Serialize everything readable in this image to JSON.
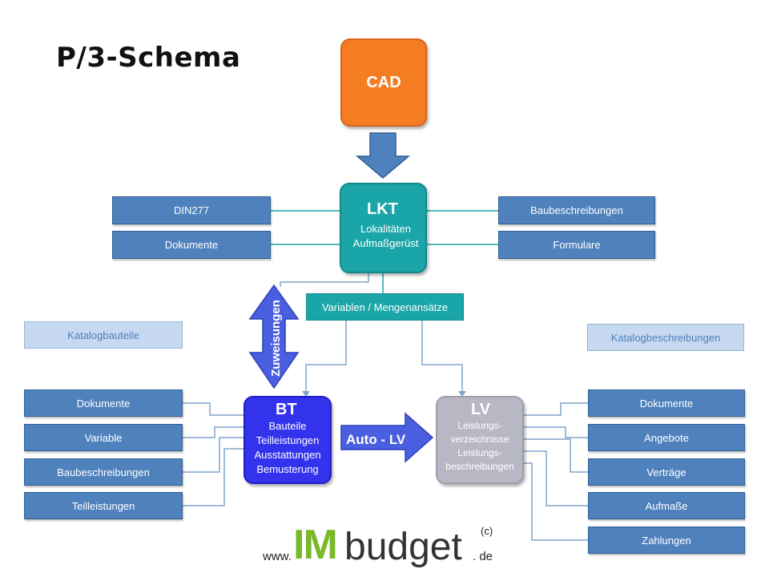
{
  "title": "P/3-Schema",
  "nodes": {
    "cad": "CAD",
    "lkt": {
      "title": "LKT",
      "lines": [
        "Lokalitäten",
        "Aufmaßgerüst"
      ]
    },
    "bt": {
      "title": "BT",
      "lines": [
        "Bauteile",
        "Teilleistungen",
        "Ausstattungen",
        "Bemusterung"
      ]
    },
    "lv": {
      "title": "LV",
      "lines": [
        "Leistungs-",
        "verzeichnisse",
        "Leistungs-",
        "beschreibungen"
      ]
    },
    "variablen": "Variablen / Mengenansätze"
  },
  "lkt_left": [
    "DIN277",
    "Dokumente"
  ],
  "lkt_right": [
    "Baubeschreibungen",
    "Formulare"
  ],
  "katalog_bauteile": "Katalogbauteile",
  "katalog_beschreibungen": "Katalogbeschreibungen",
  "bt_left": [
    "Dokumente",
    "Variable",
    "Baubeschreibungen",
    "Teilleistungen"
  ],
  "lv_right": [
    "Dokumente",
    "Angebote",
    "Verträge",
    "Aufmaße",
    "Zahlungen"
  ],
  "arrows": {
    "zuweisungen": "Zuweisungen",
    "auto_lv": "Auto - LV"
  },
  "logo": {
    "www": "www.",
    "im": "IM",
    "budget": "budget",
    "de": ". de",
    "c": "(c)"
  },
  "colors": {
    "cad": "#f47c22",
    "lkt": "#1aa5a8",
    "bt": "#3333ee",
    "lv": "#b8b8c4",
    "box": "#4f81bd",
    "light_box": "#c6d9f1",
    "logo_green": "#7ab828"
  }
}
